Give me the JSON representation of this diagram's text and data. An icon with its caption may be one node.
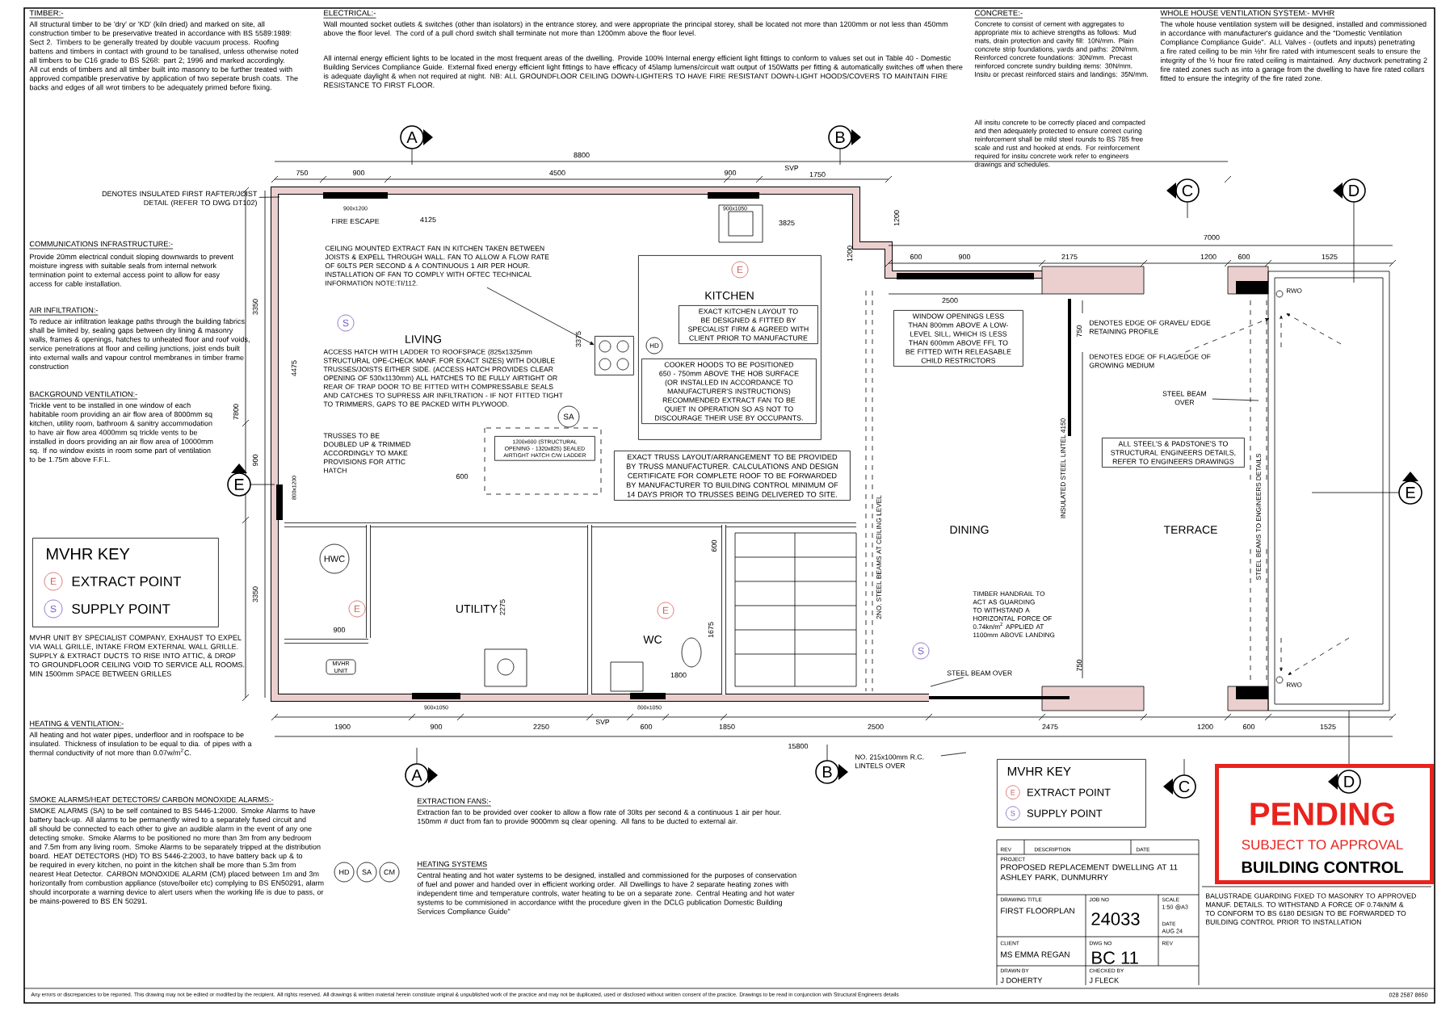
{
  "diagram": {
    "nodes": [
      {
        "text": [
          "DENOTES INSULATED FIRST RAFTER/JOIST DETAIL (REFER TO DWG DT102)"
        ]
      },
      {
        "text": [
          "CEILING MOUNTED EXTRACT FAN IN KITCHEN TAKEN BETWEEN JOISTS & EXPELL THROUGH WALL. FAN TO ALLOW A FLOW RATE OF 60LTS PER SECOND & A CONTINUOUS 1 AIR PER HOUR. INSTALLATION OF FAN TO COMPLY WITH OFTEC TECHNICAL INFORMATION NOTE:TI/112."
        ]
      },
      {
        "text": [
          "KITCHEN"
        ]
      },
      {
        "text": [
          "EXACT KITCHEN LAYOUT TO BE DESIGNED & FITTED BY SPECIALIST FIRM & AGREED WITH CLIENT PRIOR TO MANUFACTURE"
        ],
        "in": 2
      },
      {
        "text": [
          "COOKER HOODS TO BE POSITIONED 650 - 750mm ABOVE THE HOB SURFACE (OR INSTALLED IN ACCORDANCE TO MANUFACTURER'S INSTRUCTIONS) RECOMMENDED EXTRACT FAN TO BE QUIET IN OPERATION SO AS NOT TO DISCOURAGE THEIR USE BY OCCUPANTS."
        ],
        "in": 2
      },
      {
        "text": [
          "E"
        ],
        "in": 2
      },
      {
        "text": [
          "HD"
        ],
        "in": 2
      },
      {
        "text": [
          "EXACT TRUSS LAYOUT/ARRANGEMENT TO BE PROVIDED BY TRUSS MANUFACTURER. CALCULATIONS AND DESIGN CERTIFICATE FOR COMPLETE ROOF TO BE FORWARDED BY MANUFACTURER TO BUILDING CONTROL MINIMUM OF 14 DAYS PRIOR TO TRUSSES BEING DELIVERED TO SITE."
        ]
      },
      {
        "text": [
          "1200x600 (STRUCTURAL OPENING - 1320x825) SEALED AIRTIGHT HATCH C/W LADDER"
        ]
      },
      {
        "text": [
          "S"
        ]
      },
      {
        "text": [
          "SA"
        ]
      },
      {
        "text": [
          "HWC"
        ]
      },
      {
        "text": [
          "MVHR UNIT"
        ]
      },
      {
        "text": [
          "E"
        ]
      },
      {
        "text": [
          "E"
        ]
      },
      {
        "text": [
          "S"
        ]
      },
      {
        "text": [
          "WINDOW OPENINGS LESS THAN 800mm ABOVE A LOW-LEVEL SILL, WHICH IS LESS THAN 600mm ABOVE FFL TO BE FITTED WITH RELEASABLE CHILD RESTRICTORS"
        ]
      },
      {
        "text": [
          "ALL STEEL'S & PADSTONE'S TO STRUCTURAL ENGINEERS DETAILS, REFER TO ENGINEERS DRAWINGS"
        ]
      },
      {
        "text": [
          "DENOTES EDGE OF FLAG/EDGE OF GROWING MEDIUM"
        ]
      },
      {
        "text": [
          "STEEL BEAM OVER"
        ]
      },
      {
        "text": [
          "STEEL BEAM OVER"
        ]
      },
      {
        "text": [
          "NO. 215x100mm R.C. LINTELS OVER"
        ]
      },
      {
        "text": [
          "MVHR KEY",
          "E",
          "EXTRACT POINT",
          "S",
          "SUPPLY POINT"
        ]
      },
      {
        "text": [
          "MVHR KEY",
          "E",
          "EXTRACT POINT",
          "S",
          "SUPPLY POINT"
        ]
      },
      {
        "text": [
          "HD"
        ]
      },
      {
        "text": [
          "SA"
        ]
      },
      {
        "text": [
          "CM"
        ]
      },
      {
        "text": [
          "A"
        ]
      },
      {
        "text": [
          "B"
        ]
      },
      {
        "text": [
          "C"
        ]
      },
      {
        "text": [
          "D"
        ]
      },
      {
        "text": [
          "E"
        ]
      },
      {
        "text": [
          "E"
        ]
      },
      {
        "text": [
          "A"
        ]
      },
      {
        "text": [
          "B"
        ]
      },
      {
        "text": [
          "C"
        ]
      },
      {
        "text": [
          "PENDING",
          "SUBJECT TO APPROVAL",
          "BUILDING CONTROL"
        ]
      },
      {
        "text": [
          "D"
        ],
        "in": 36
      },
      {
        "text": [],
        "shape": "picture"
      }
    ],
    "edges": [
      {
        "from": 0,
        "to": null,
        "arrow": "none"
      },
      {
        "from": 1,
        "to": 38,
        "arrow": "to"
      },
      {
        "from": 18,
        "to": null,
        "arrow": "to",
        "style": "dashed"
      },
      {
        "from": 19,
        "to": null,
        "arrow": "none"
      },
      {
        "from": 20,
        "to": null,
        "arrow": "none"
      },
      {
        "from": 21,
        "to": null,
        "arrow": "none"
      }
    ],
    "labels": [
      "TIMBER:-",
      "All structural timber to be 'dry' or 'KD' (kiln dried) and marked on site, all construction timber to be preservative treated in accordance with BS 5589:1989: Sect 2. Timbers to be generally treated by double vacuum process. Roofing battens and timbers in contact with ground to be tanalised, unless otherwise noted all timbers to be C16 grade to BS 5268: part 2; 1996 and marked accordingly. All cut ends of timbers and all timber built into masonry to be further treated with approved compatible preservative by application of two seperate brush coats. The backs and edges of all wrot timbers to be adequately primed before fixing.",
      "ELECTRICAL:-",
      "Wall mounted socket outlets & switches (other than isolators) in the entrance storey, and were appropriate the principal storey, shall be located not more than 1200mm or not less than 450mm above the floor level. The cord of a pull chord switch shall terminate not more than 1200mm above the floor level.",
      "All internal energy efficient lights to be located in the most frequent areas of the dwelling. Provide 100% Internal energy efficient light fittings to conform to values set out in Table 40 - Domestic Building Services Compliance Guide. External fixed energy efficient light fittings to have efficacy of 45lamp lumens/circuit watt output of 150Watts per fitting & automatically switches off when there is adequate daylight & when not required at night. NB: ALL GROUNDFLOOR CEILING DOWN-LIGHTERS TO HAVE FIRE RESISTANT DOWN-LIGHT HOODS/COVERS TO MAINTAIN FIRE RESISTANCE TO FIRST FLOOR.",
      "CONCRETE:-",
      "Concrete to consist of cement with aggregates to appropriate mix to achieve strengths as follows: Mud mats, drain protection and cavity fill: 10N/mm. Plain concrete strip foundations, yards and paths: 20N/mm. Reinforced concrete foundations: 30N/mm. Precast reinforced concrete sundry building items: 30N/mm. Insitu or precast reinforced stairs and landings: 35N/mm.",
      "All insitu concrete to be correctly placed and compacted and then adequately protected to ensure correct curing reinforcement shall be mild steel rounds to BS 785 free scale and rust and hooked at ends. For reinforcement required for insitu concrete work refer to engineers drawings and schedules.",
      "WHOLE HOUSE VENTILATION SYSTEM:- MVHR",
      "The whole house ventilation system will be designed, installed and commissioned in accordance with manufacturer's guidance and the \"Domestic Ventilation Compliance Compliance Guide\". ALL Valves - (outlets and inputs) penetrating a fire rated ceiling to be min ½hr fire rated with intumescent seals to ensure the integrity of the ½ hour fire rated ceiling is maintained. Any ductwork penetrating 2 fire rated zones such as into a garage from the dwelling to have fire rated collars fitted to ensure the integrity of the fire rated zone.",
      "COMMUNICATIONS INFRASTRUCTURE:-",
      "Provide 20mm electrical conduit sloping downwards to prevent moisture ingress with suitable seals from internal network termination point to external access point to allow for easy access for cable installation.",
      "AIR INFILTRATION:-",
      "To reduce air infiltration leakage paths through the building fabrics shall be limited by, sealing gaps between dry lining & masonry walls, frames & openings, hatches to unheated floor and roof voids, service penetrations at floor and ceiling junctions, joist ends built into external walls and vapour control membranes in timber frame construction",
      "BACKGROUND VENTILATION:-",
      "Trickle vent to be installed in one window of each habitable room providing an air flow area of 8000mm sq kitchen, utility room, bathroom & sanitry accommodation to have air flow area 4000mm sq trickle vents to be installed in doors providing an air flow area of 10000mm sq. If no window exists in room some part of ventilation to be 1.75m above F.F.L.",
      "MVHR UNIT BY SPECIALIST COMPANY, EXHAUST TO EXPEL VIA WALL GRILLE, INTAKE FROM EXTERNAL WALL GRILLE. SUPPLY & EXTRACT DUCTS TO RISE INTO ATTIC, & DROP TO GROUNDFLOOR CEILING VOID TO SERVICE ALL ROOMS. MIN 1500mm SPACE BETWEEN GRILLES",
      "HEATING & VENTILATION:-",
      "All heating and hot water pipes, underfloor and in roofspace to be insulated. Thickness of insulation to be equal to dia. of pipes with a thermal conductivity of not more than 0.07w/m$^{2}$C.",
      "SMOKE ALARMS/HEAT DETECTORS/ CARBON MONOXIDE ALARMS:-",
      "SMOKE ALARMS (SA) to be self contained to BS 5446-1:2000. Smoke Alarms to have battery back-up. All alarms to be permanently wired to a separately fused circuit and all should be connected to each other to give an audible alarm in the event of any one detecting smoke. Smoke Alarms to be positioned no more than 3m from any bedroom and 7.5m from any living room. Smoke Alarms to be separately tripped at the distribution board. HEAT DETECTORS (HD) TO BS 5446-2:2003, to have battery back up & to be required in every kitchen, no point in the kitchen shall be more than 5.3m from nearest Heat Detector. CARBON MONOXIDE ALARM (CM) placed between 1m and 3m horizontally from combustion appliance (stove/boiler etc) complying to BS EN50291, alarm should incorporate a warning device to alert users when the working life is due to pass, or be mains-powered to BS EN 50291.",
      "EXTRACTION FANS:-",
      "Extraction fan to be provided over cooker to allow a flow rate of 30lts per second & a continuous 1 air per hour. 150mm # duct from fan to provide 9000mm sq clear opening. All fans to be ducted to external air.",
      "HEATING SYSTEMS",
      "Central heating and hot water systems to be designed, installed and commissioned for the purposes of conservation of fuel and power and handed over in efficient working order. All Dwellings to have 2 separate heating zones with independent time and temperature controls, water heating to be on a separate zone. Central Heating and hot water systems to be commisioned in accordance witht the procedure given in the DCLG publication Domestic Building Services Compliance Guide\"",
      "FIRE ESCAPE",
      "900x1200",
      "4125",
      "3825",
      "900x1050",
      "LIVING",
      "ACCESS HATCH WITH LADDER TO ROOFSPACE (825x1325mm STRUCTURAL OPE-CHECK MANF. FOR EXACT SIZES) WITH DOUBLE TRUSSES/JOISTS EITHER SIDE. (ACCESS HATCH PROVIDES CLEAR OPENING OF 530x1130mm) ALL HATCHES TO BE FULLY AIRTIGHT OR REAR OF TRAP DOOR TO BE FITTED WITH COMPRESSABLE SEALS AND CATCHES TO SUPRESS AIR INFILTRATION - IF NOT FITTED TIGHT TO TRIMMERS, GAPS TO BE PACKED WITH PLYWOOD.",
      "TRUSSES TO BE DOUBLED UP & TRIMMED ACCORDINGLY TO MAKE PROVISIONS FOR ATTIC HATCH",
      "600",
      "UTILITY",
      "WC",
      "DINING",
      "TERRACE",
      "DENOTES EDGE OF GRAVEL/ EDGE RETAINING PROFILE",
      "TIMBER HANDRAIL TO ACT AS GUARDING TO WITHSTAND A HORIZONTAL FORCE OF 0.74kn/m$^{2}$ APPLIED AT 1100mm ABOVE LANDING",
      "2NO. STEEL BEAMS AT CEILING LEVEL",
      "INSULATED STEEL LINTEL 4150",
      "STEEL BEAMS TO ENGINEERS DETAILS",
      "RWO",
      "RWO",
      "SVP",
      "SVP",
      "8800",
      "750",
      "900",
      "4500",
      "900",
      "1750",
      "7000",
      "600",
      "900",
      "2175",
      "1200",
      "600",
      "1525",
      "2500",
      "1200",
      "1200",
      "750",
      "3350",
      "4475",
      "7800",
      "900",
      "800x1200",
      "3350",
      "3375",
      "2275",
      "900",
      "1675",
      "600",
      "1800",
      "900x1050",
      "800x1050",
      "1900",
      "900",
      "2250",
      "600",
      "1850",
      "2500",
      "15800",
      "2475",
      "1200",
      "600",
      "1525",
      "750",
      "BALUSTRADE GUARDING FIXED TO MASONRY TO APPROVED MANUF. DETAILS. TO WITHSTAND A FORCE OF 0.74kN/M & TO CONFORM TO BS 6180 DESIGN TO BE FORWARDED TO BUILDING CONTROL PRIOR TO INSTALLATION",
      "REV",
      "DESCRIPTION",
      "DATE",
      "PROJECT",
      "PROPOSED REPLACEMENT DWELLING AT 11 ASHLEY PARK, DUNMURRY",
      "DRAWING TITLE",
      "FIRST FLOORPLAN",
      "JOB NO",
      "24033",
      "SCALE",
      "1:50 @A3",
      "DATE",
      "AUG 24",
      "CLIENT",
      "MS EMMA REGAN",
      "DWG NO",
      "BC 11",
      "REV",
      "DRAWN BY",
      "J DOHERTY",
      "CHECKED BY",
      "J FLECK",
      "Any errors or discrepancies to be reported. This drawing may not be edited or modified by the recipient. All rights reserved. All drawings & written material herein constitute original & unpublished work of the practice and may not be duplicated, used or disclosed without written consent of the practice. Drawings to be read in conjunction with Structural Engineers details",
      "028 2587 8650"
    ]
  }
}
